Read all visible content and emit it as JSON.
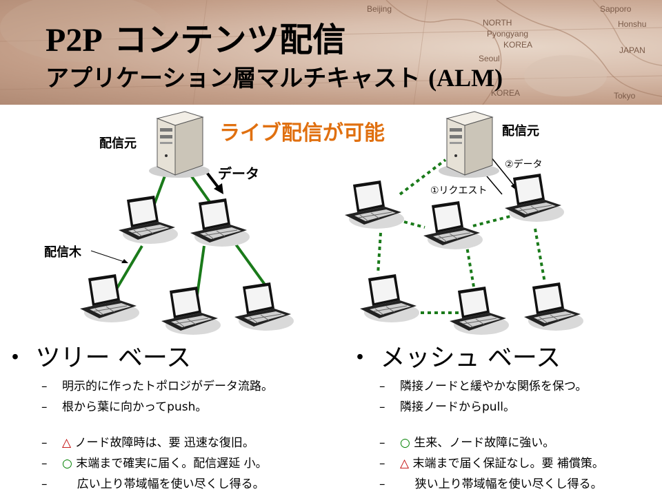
{
  "header": {
    "title_line1_latin": "P2P",
    "title_line1_jp": "コンテンツ配信",
    "title_line2_jp": "アプリケーション層マルチキャスト",
    "title_line2_latin": "(ALM)",
    "map_labels": [
      "Beijing",
      "NORTH",
      "Pyongyang",
      "KOREA",
      "Seoul",
      "KOREA",
      "JAPAN",
      "Sapporo",
      "Honshu",
      "Tokyo"
    ]
  },
  "diagram": {
    "live_caption": "ライブ配信が可能",
    "tree": {
      "source_label": "配信元",
      "data_label": "データ",
      "tree_label": "配信木"
    },
    "mesh": {
      "source_label": "配信元",
      "request_label": "①リクエスト",
      "data_label": "②データ"
    }
  },
  "left": {
    "heading": "・ ツリー ベース",
    "items": [
      {
        "dash": "–",
        "mark": "",
        "text": "明示的に作ったトポロジがデータ流路。"
      },
      {
        "dash": "–",
        "mark": "",
        "text": "根から葉に向かってpush。"
      },
      {
        "dash": "–",
        "mark": "△",
        "text": " ノード故障時は、要  迅速な復旧。"
      },
      {
        "dash": "–",
        "mark": "○",
        "text": " 末端まで確実に届く。配信遅延  小。"
      },
      {
        "dash": "–",
        "mark": "",
        "text": "    広い上り帯域幅を使い尽くし得る。"
      }
    ]
  },
  "right": {
    "heading": "・ メッシュ ベース",
    "items": [
      {
        "dash": "–",
        "mark": "",
        "text": "隣接ノードと緩やかな関係を保つ。"
      },
      {
        "dash": "–",
        "mark": "",
        "text": "隣接ノードからpull。"
      },
      {
        "dash": "–",
        "mark": "○",
        "text": " 生来、ノード故障に強い。"
      },
      {
        "dash": "–",
        "mark": "△",
        "text": " 末端まで届く保証なし。要  補償策。"
      },
      {
        "dash": "–",
        "mark": "",
        "text": "    狭い上り帯域幅を使い尽くし得る。"
      }
    ]
  },
  "colors": {
    "accent_orange": "#e07010",
    "link_green": "#1a7a1a",
    "triangle_red": "#c00000",
    "circle_green": "#008000"
  }
}
